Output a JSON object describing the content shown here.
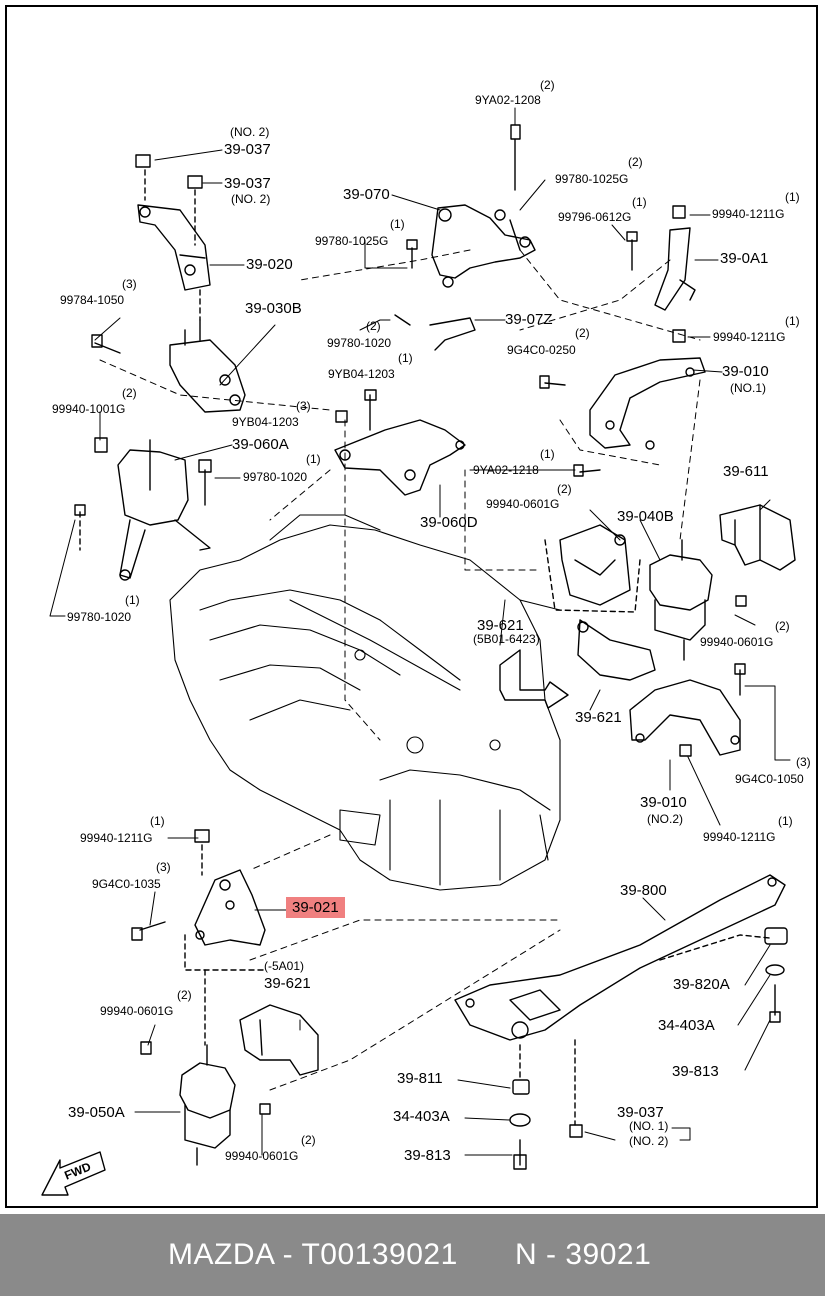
{
  "diagram": {
    "parts": [
      {
        "key": "p1",
        "label": "(2)"
      },
      {
        "key": "p2",
        "label": "9YA02-1208"
      },
      {
        "key": "p3",
        "label": "(NO. 2)"
      },
      {
        "key": "p4",
        "label": "39-037"
      },
      {
        "key": "p5",
        "label": "(2)"
      },
      {
        "key": "p6",
        "label": "99780-1025G"
      },
      {
        "key": "p7",
        "label": "39-037"
      },
      {
        "key": "p8",
        "label": "(NO. 2)"
      },
      {
        "key": "p9",
        "label": "39-070"
      },
      {
        "key": "p10",
        "label": "(1)"
      },
      {
        "key": "p11",
        "label": "(1)"
      },
      {
        "key": "p12",
        "label": "99796-0612G"
      },
      {
        "key": "p13",
        "label": "99940-1211G"
      },
      {
        "key": "p14",
        "label": "(1)"
      },
      {
        "key": "p15",
        "label": "99780-1025G"
      },
      {
        "key": "p16",
        "label": "39-0A1"
      },
      {
        "key": "p17",
        "label": "39-020"
      },
      {
        "key": "p18",
        "label": "(3)"
      },
      {
        "key": "p19",
        "label": "99784-1050"
      },
      {
        "key": "p20",
        "label": "39-030B"
      },
      {
        "key": "p21",
        "label": "39-07Z"
      },
      {
        "key": "p22",
        "label": "(1)"
      },
      {
        "key": "p23",
        "label": "(2)"
      },
      {
        "key": "p24",
        "label": "99940-1211G"
      },
      {
        "key": "p25",
        "label": "99780-1020"
      },
      {
        "key": "p26",
        "label": "(2)"
      },
      {
        "key": "p27",
        "label": "(1)"
      },
      {
        "key": "p28",
        "label": "9G4C0-0250"
      },
      {
        "key": "p29",
        "label": "9YB04-1203"
      },
      {
        "key": "p30",
        "label": "39-010"
      },
      {
        "key": "p31",
        "label": "(NO.1)"
      },
      {
        "key": "p32",
        "label": "(2)"
      },
      {
        "key": "p33",
        "label": "99940-1001G"
      },
      {
        "key": "p34",
        "label": "(3)"
      },
      {
        "key": "p35",
        "label": "9YB04-1203"
      },
      {
        "key": "p36",
        "label": "39-060A"
      },
      {
        "key": "p37",
        "label": "(1)"
      },
      {
        "key": "p38",
        "label": "99780-1020"
      },
      {
        "key": "p39",
        "label": "(1)"
      },
      {
        "key": "p40",
        "label": "9YA02-1218"
      },
      {
        "key": "p41",
        "label": "39-611"
      },
      {
        "key": "p42",
        "label": "(2)"
      },
      {
        "key": "p43",
        "label": "99940-0601G"
      },
      {
        "key": "p44",
        "label": "39-060D"
      },
      {
        "key": "p45",
        "label": "39-040B"
      },
      {
        "key": "p46",
        "label": "(1)"
      },
      {
        "key": "p47",
        "label": "99780-1020"
      },
      {
        "key": "p48",
        "label": "39-621"
      },
      {
        "key": "p49",
        "label": "(5B01-6423)"
      },
      {
        "key": "p50",
        "label": "(2)"
      },
      {
        "key": "p51",
        "label": "99940-0601G"
      },
      {
        "key": "p52",
        "label": "39-621"
      },
      {
        "key": "p53",
        "label": "(3)"
      },
      {
        "key": "p54",
        "label": "9G4C0-1050"
      },
      {
        "key": "p55",
        "label": "39-010"
      },
      {
        "key": "p56",
        "label": "(NO.2)"
      },
      {
        "key": "p57",
        "label": "(1)"
      },
      {
        "key": "p58",
        "label": "99940-1211G"
      },
      {
        "key": "p59",
        "label": "(1)"
      },
      {
        "key": "p60",
        "label": "99940-1211G"
      },
      {
        "key": "p61",
        "label": "(3)"
      },
      {
        "key": "p62",
        "label": "9G4C0-1035"
      },
      {
        "key": "p63",
        "label": "39-021"
      },
      {
        "key": "p64",
        "label": "39-800"
      },
      {
        "key": "p65",
        "label": "(-5A01)"
      },
      {
        "key": "p66",
        "label": "39-621"
      },
      {
        "key": "p67",
        "label": "39-820A"
      },
      {
        "key": "p68",
        "label": "(2)"
      },
      {
        "key": "p69",
        "label": "99940-0601G"
      },
      {
        "key": "p70",
        "label": "34-403A"
      },
      {
        "key": "p71",
        "label": "39-813"
      },
      {
        "key": "p72",
        "label": "39-811"
      },
      {
        "key": "p73",
        "label": "39-050A"
      },
      {
        "key": "p74",
        "label": "34-403A"
      },
      {
        "key": "p75",
        "label": "39-037"
      },
      {
        "key": "p76",
        "label": "(NO. 1)"
      },
      {
        "key": "p77",
        "label": "(NO. 2)"
      },
      {
        "key": "p78",
        "label": "(2)"
      },
      {
        "key": "p79",
        "label": "99940-0601G"
      },
      {
        "key": "p80",
        "label": "39-813"
      },
      {
        "key": "p81",
        "label": "FWD"
      }
    ],
    "highlight_color": "#f08080"
  },
  "footer": {
    "brand_part": "MAZDA - T00139021",
    "number": "N - 39021",
    "background": "#8a8a8a"
  }
}
